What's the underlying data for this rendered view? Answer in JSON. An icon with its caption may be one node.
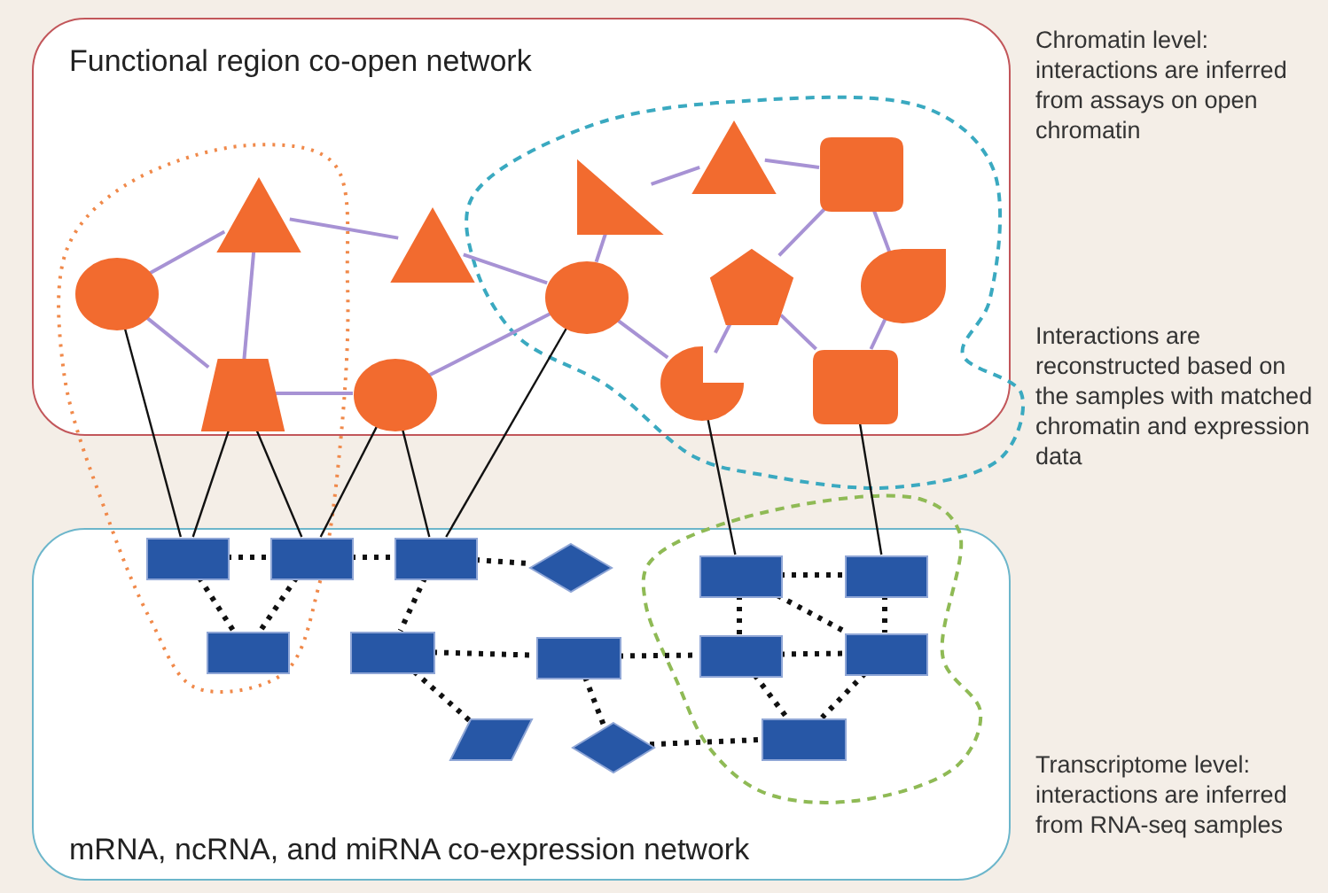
{
  "diagram": {
    "nodes": [
      {
        "text": [
          "Functional region co-open network"
        ]
      },
      {
        "text": [
          "mRNA, ncRNA, and miRNA co-expression network"
        ]
      },
      {
        "text": [],
        "shape": "circle",
        "in": 0
      },
      {
        "text": [],
        "shape": "triangle",
        "in": 0
      },
      {
        "text": [],
        "shape": "trapezoid",
        "in": 0
      },
      {
        "text": [],
        "shape": "circle",
        "in": 0
      },
      {
        "text": [],
        "shape": "triangle",
        "in": 0
      },
      {
        "text": [],
        "shape": "circle",
        "in": 0
      },
      {
        "text": [],
        "shape": "right-triangle",
        "in": 0
      },
      {
        "text": [],
        "shape": "triangle",
        "in": 0
      },
      {
        "text": [],
        "shape": "box",
        "in": 0
      },
      {
        "text": [],
        "shape": "pentagon",
        "in": 0
      },
      {
        "text": [],
        "shape": "teardrop",
        "in": 0
      },
      {
        "text": [],
        "shape": "sector",
        "in": 0
      },
      {
        "text": [],
        "shape": "box",
        "in": 0
      },
      {
        "text": [],
        "shape": "box",
        "in": 1
      },
      {
        "text": [],
        "shape": "box",
        "in": 1
      },
      {
        "text": [],
        "shape": "box",
        "in": 1
      },
      {
        "text": [],
        "shape": "diamond",
        "in": 1
      },
      {
        "text": [],
        "shape": "box",
        "in": 1
      },
      {
        "text": [],
        "shape": "box",
        "in": 1
      },
      {
        "text": [],
        "shape": "box",
        "in": 1
      },
      {
        "text": [],
        "shape": "box",
        "in": 1
      },
      {
        "text": [],
        "shape": "box",
        "in": 1
      },
      {
        "text": [],
        "shape": "box",
        "in": 1
      },
      {
        "text": [],
        "shape": "box",
        "in": 1
      },
      {
        "text": [],
        "shape": "parallelogram",
        "in": 1
      },
      {
        "text": [],
        "shape": "diamond",
        "in": 1
      },
      {
        "text": [],
        "shape": "box",
        "in": 1
      }
    ],
    "edges": [
      {
        "from": 2,
        "to": 3,
        "arrow": "none",
        "color": "#a792d4"
      },
      {
        "from": 2,
        "to": 4,
        "arrow": "none",
        "color": "#a792d4"
      },
      {
        "from": 3,
        "to": 4,
        "arrow": "none",
        "color": "#a792d4"
      },
      {
        "from": 3,
        "to": 6,
        "arrow": "none",
        "color": "#a792d4"
      },
      {
        "from": 4,
        "to": 5,
        "arrow": "none",
        "color": "#a792d4"
      },
      {
        "from": 6,
        "to": 7,
        "arrow": "none",
        "color": "#a792d4"
      },
      {
        "from": 5,
        "to": 7,
        "arrow": "none",
        "color": "#a792d4"
      },
      {
        "from": 7,
        "to": 8,
        "arrow": "none",
        "color": "#a792d4"
      },
      {
        "from": 8,
        "to": 9,
        "arrow": "none",
        "color": "#a792d4"
      },
      {
        "from": 9,
        "to": 10,
        "arrow": "none",
        "color": "#a792d4"
      },
      {
        "from": 10,
        "to": 11,
        "arrow": "none",
        "color": "#a792d4"
      },
      {
        "from": 10,
        "to": 12,
        "arrow": "none",
        "color": "#a792d4"
      },
      {
        "from": 7,
        "to": 13,
        "arrow": "none",
        "color": "#a792d4"
      },
      {
        "from": 11,
        "to": 13,
        "arrow": "none",
        "color": "#a792d4"
      },
      {
        "from": 11,
        "to": 14,
        "arrow": "none",
        "color": "#a792d4"
      },
      {
        "from": 12,
        "to": 14,
        "arrow": "none",
        "color": "#a792d4"
      },
      {
        "from": 2,
        "to": 15,
        "arrow": "none"
      },
      {
        "from": 4,
        "to": 15,
        "arrow": "none"
      },
      {
        "from": 4,
        "to": 16,
        "arrow": "none"
      },
      {
        "from": 5,
        "to": 16,
        "arrow": "none"
      },
      {
        "from": 5,
        "to": 17,
        "arrow": "none"
      },
      {
        "from": 7,
        "to": 17,
        "arrow": "none"
      },
      {
        "from": 13,
        "to": 22,
        "arrow": "none"
      },
      {
        "from": 14,
        "to": 23,
        "arrow": "none"
      },
      {
        "from": 15,
        "to": 16,
        "arrow": "none",
        "style": "dashed"
      },
      {
        "from": 16,
        "to": 17,
        "arrow": "none",
        "style": "dashed"
      },
      {
        "from": 17,
        "to": 18,
        "arrow": "none",
        "style": "dashed"
      },
      {
        "from": 15,
        "to": 19,
        "arrow": "none",
        "style": "dashed"
      },
      {
        "from": 16,
        "to": 19,
        "arrow": "none",
        "style": "dashed"
      },
      {
        "from": 17,
        "to": 20,
        "arrow": "none",
        "style": "dashed"
      },
      {
        "from": 20,
        "to": 21,
        "arrow": "none",
        "style": "dashed"
      },
      {
        "from": 20,
        "to": 26,
        "arrow": "none",
        "style": "dashed"
      },
      {
        "from": 21,
        "to": 24,
        "arrow": "none",
        "style": "dashed"
      },
      {
        "from": 21,
        "to": 27,
        "arrow": "none",
        "style": "dashed"
      },
      {
        "from": 27,
        "to": 28,
        "arrow": "none",
        "style": "dashed"
      },
      {
        "from": 22,
        "to": 23,
        "arrow": "none",
        "style": "dashed"
      },
      {
        "from": 22,
        "to": 24,
        "arrow": "none",
        "style": "dashed"
      },
      {
        "from": 22,
        "to": 25,
        "arrow": "none",
        "style": "dashed"
      },
      {
        "from": 23,
        "to": 25,
        "arrow": "none",
        "style": "dashed"
      },
      {
        "from": 24,
        "to": 25,
        "arrow": "none",
        "style": "dashed"
      },
      {
        "from": 24,
        "to": 28,
        "arrow": "none",
        "style": "dashed"
      },
      {
        "from": 25,
        "to": 28,
        "arrow": "none",
        "style": "dashed"
      }
    ],
    "labels": [
      "Chromatin level: interactions are inferred from assays on open chromatin",
      "Interactions are reconstructed based on the samples with matched chromatin and expression data",
      "Transcriptome level: interactions are inferred from RNA-seq samples"
    ]
  }
}
